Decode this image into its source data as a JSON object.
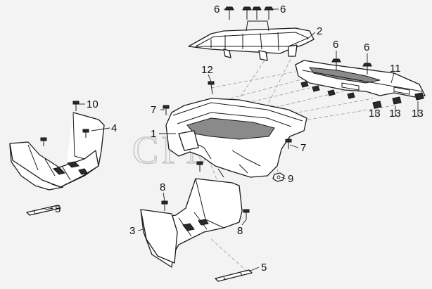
{
  "watermark": "CFMM",
  "callouts": [
    {
      "id": "c6a",
      "label": "6"
    },
    {
      "id": "c6b",
      "label": "6"
    },
    {
      "id": "c2",
      "label": "2"
    },
    {
      "id": "c6c",
      "label": "6"
    },
    {
      "id": "c6d",
      "label": "6"
    },
    {
      "id": "c12",
      "label": "12"
    },
    {
      "id": "c11",
      "label": "11"
    },
    {
      "id": "c10",
      "label": "10"
    },
    {
      "id": "c7a",
      "label": "7"
    },
    {
      "id": "c13a",
      "label": "13"
    },
    {
      "id": "c13b",
      "label": "13"
    },
    {
      "id": "c13c",
      "label": "13"
    },
    {
      "id": "c4",
      "label": "4"
    },
    {
      "id": "c1",
      "label": "1"
    },
    {
      "id": "c7b",
      "label": "7"
    },
    {
      "id": "c9",
      "label": "9"
    },
    {
      "id": "c8a",
      "label": "8"
    },
    {
      "id": "c5a",
      "label": "5"
    },
    {
      "id": "c3",
      "label": "3"
    },
    {
      "id": "c8b",
      "label": "8"
    },
    {
      "id": "c5b",
      "label": "5"
    }
  ]
}
